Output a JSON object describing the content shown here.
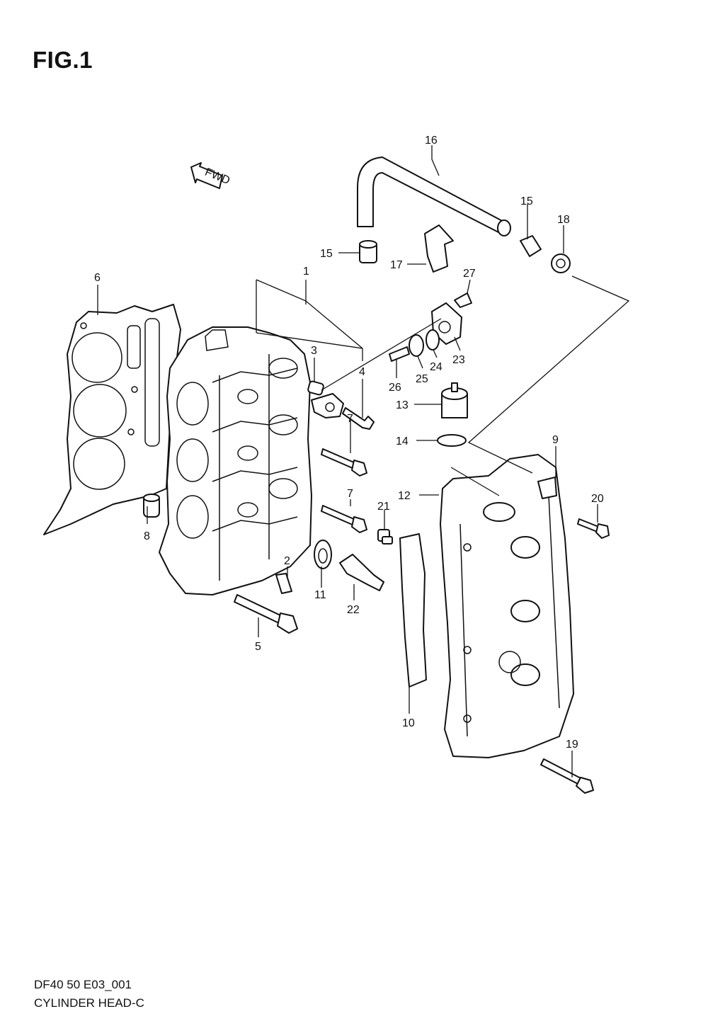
{
  "figure_title": "FIG.1",
  "diagram_code": "DF40 50 E03_001",
  "diagram_name": "CYLINDER HEAD-C",
  "fwd_label": "FWD",
  "callouts": [
    "1",
    "2",
    "3",
    "4",
    "5",
    "6",
    "7",
    "7",
    "8",
    "9",
    "10",
    "11",
    "12",
    "13",
    "14",
    "15",
    "15",
    "16",
    "17",
    "18",
    "19",
    "20",
    "21",
    "22",
    "23",
    "24",
    "25",
    "26",
    "27"
  ]
}
